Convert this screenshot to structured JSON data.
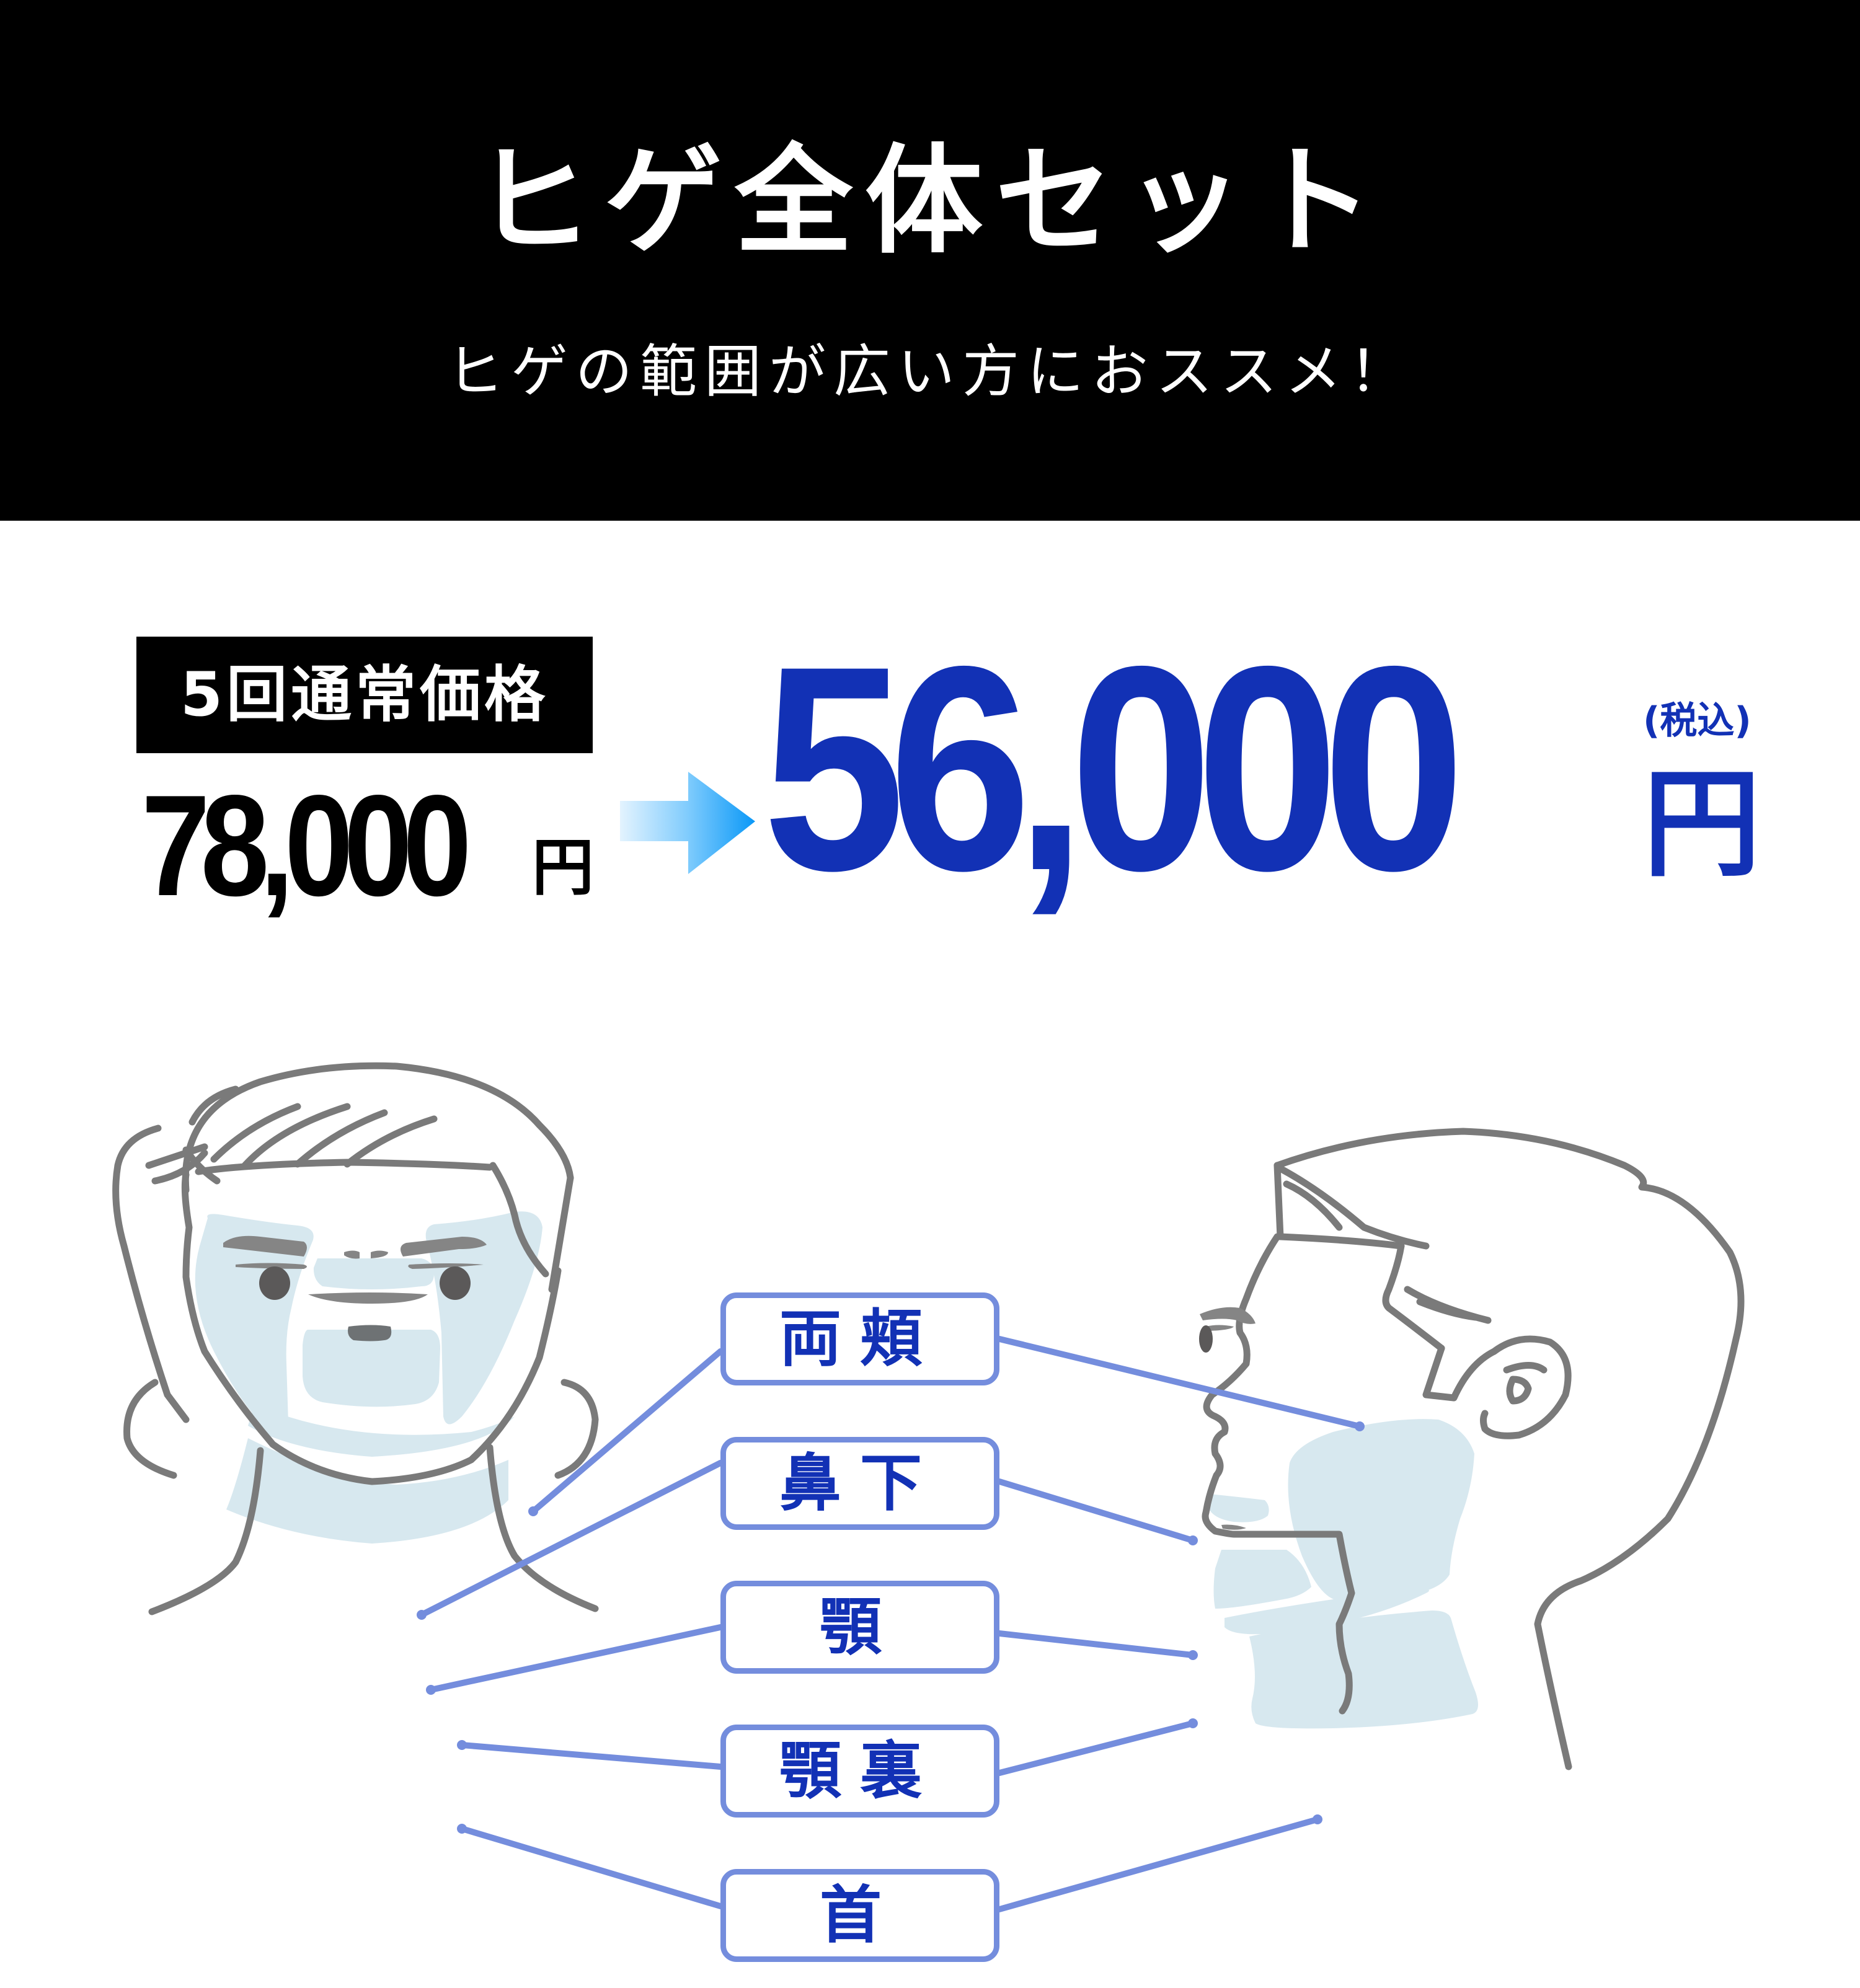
{
  "header": {
    "title": "ヒゲ全体セット",
    "subtitle": "ヒゲの範囲が広い方におススメ！",
    "background_color": "#000000"
  },
  "pricing": {
    "badge_label": "5回通常価格",
    "regular_price": "78,000",
    "regular_currency": "円",
    "arrow_icon": "gradient-right-arrow",
    "sale_price": "56,000",
    "sale_currency": "円",
    "tax_note": "(税込)",
    "accent_color": "#1231b5",
    "arrow_gradient": [
      "#e3f3fe",
      "#0a98f7"
    ]
  },
  "areas": {
    "labels": [
      {
        "id": "both-cheeks",
        "text": "両頬"
      },
      {
        "id": "under-nose",
        "text": "鼻下"
      },
      {
        "id": "chin",
        "text": "顎"
      },
      {
        "id": "under-chin",
        "text": "顎裏"
      },
      {
        "id": "neck",
        "text": "首"
      }
    ],
    "line_color": "#748ddd",
    "highlight_color": "#d7e8ef",
    "outline_color": "#7a7a7a"
  }
}
